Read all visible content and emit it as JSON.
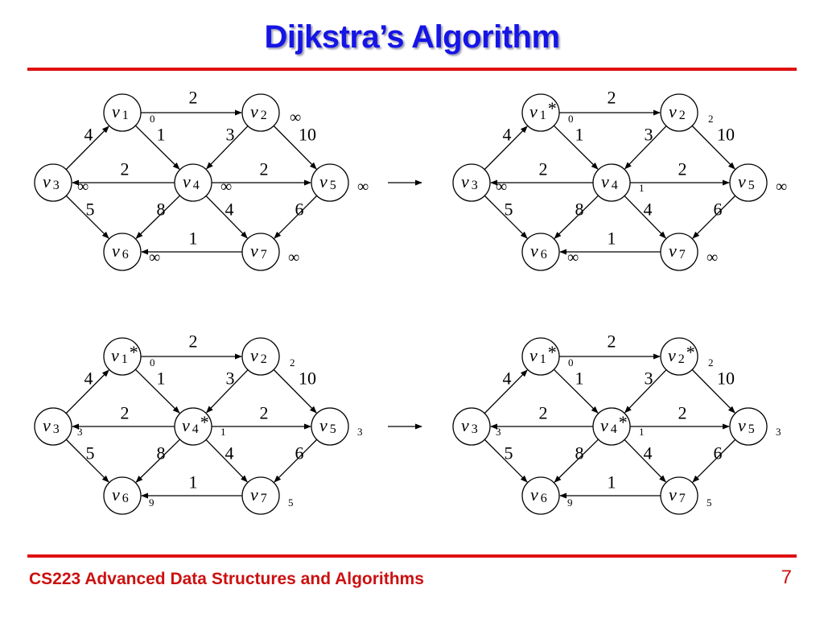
{
  "slide": {
    "title": "Dijkstra’s Algorithm",
    "footer": "CS223 Advanced Data Structures and Algorithms",
    "page_number": "7"
  },
  "graph": {
    "vertex_names": [
      "v1",
      "v2",
      "v3",
      "v4",
      "v5",
      "v6",
      "v7"
    ],
    "edges": [
      {
        "from": "v1",
        "to": "v2",
        "weight": "2"
      },
      {
        "from": "v1",
        "to": "v4",
        "weight": "1"
      },
      {
        "from": "v3",
        "to": "v1",
        "weight": "4"
      },
      {
        "from": "v3",
        "to": "v6",
        "weight": "5"
      },
      {
        "from": "v2",
        "to": "v4",
        "weight": "3"
      },
      {
        "from": "v2",
        "to": "v5",
        "weight": "10"
      },
      {
        "from": "v4",
        "to": "v3",
        "weight": "2"
      },
      {
        "from": "v4",
        "to": "v5",
        "weight": "2"
      },
      {
        "from": "v4",
        "to": "v6",
        "weight": "8"
      },
      {
        "from": "v4",
        "to": "v7",
        "weight": "4"
      },
      {
        "from": "v5",
        "to": "v7",
        "weight": "6"
      },
      {
        "from": "v7",
        "to": "v6",
        "weight": "1"
      }
    ]
  },
  "panels": [
    {
      "id": "step-1",
      "starred": [],
      "distances": {
        "v1": "0",
        "v2": "∞",
        "v3": "∞",
        "v4": "∞",
        "v5": "∞",
        "v6": "∞",
        "v7": "∞"
      }
    },
    {
      "id": "step-2",
      "starred": [
        "v1"
      ],
      "distances": {
        "v1": "0",
        "v2": "2",
        "v3": "∞",
        "v4": "1",
        "v5": "∞",
        "v6": "∞",
        "v7": "∞"
      }
    },
    {
      "id": "step-3",
      "starred": [
        "v1",
        "v4"
      ],
      "distances": {
        "v1": "0",
        "v2": "2",
        "v3": "3",
        "v4": "1",
        "v5": "3",
        "v6": "9",
        "v7": "5"
      }
    },
    {
      "id": "step-4",
      "starred": [
        "v1",
        "v4",
        "v2"
      ],
      "distances": {
        "v1": "0",
        "v2": "2",
        "v3": "3",
        "v4": "1",
        "v5": "3",
        "v6": "9",
        "v7": "5"
      }
    }
  ],
  "transition_arrows": [
    "step-1-to-step-2",
    "step-3-to-step-4"
  ]
}
